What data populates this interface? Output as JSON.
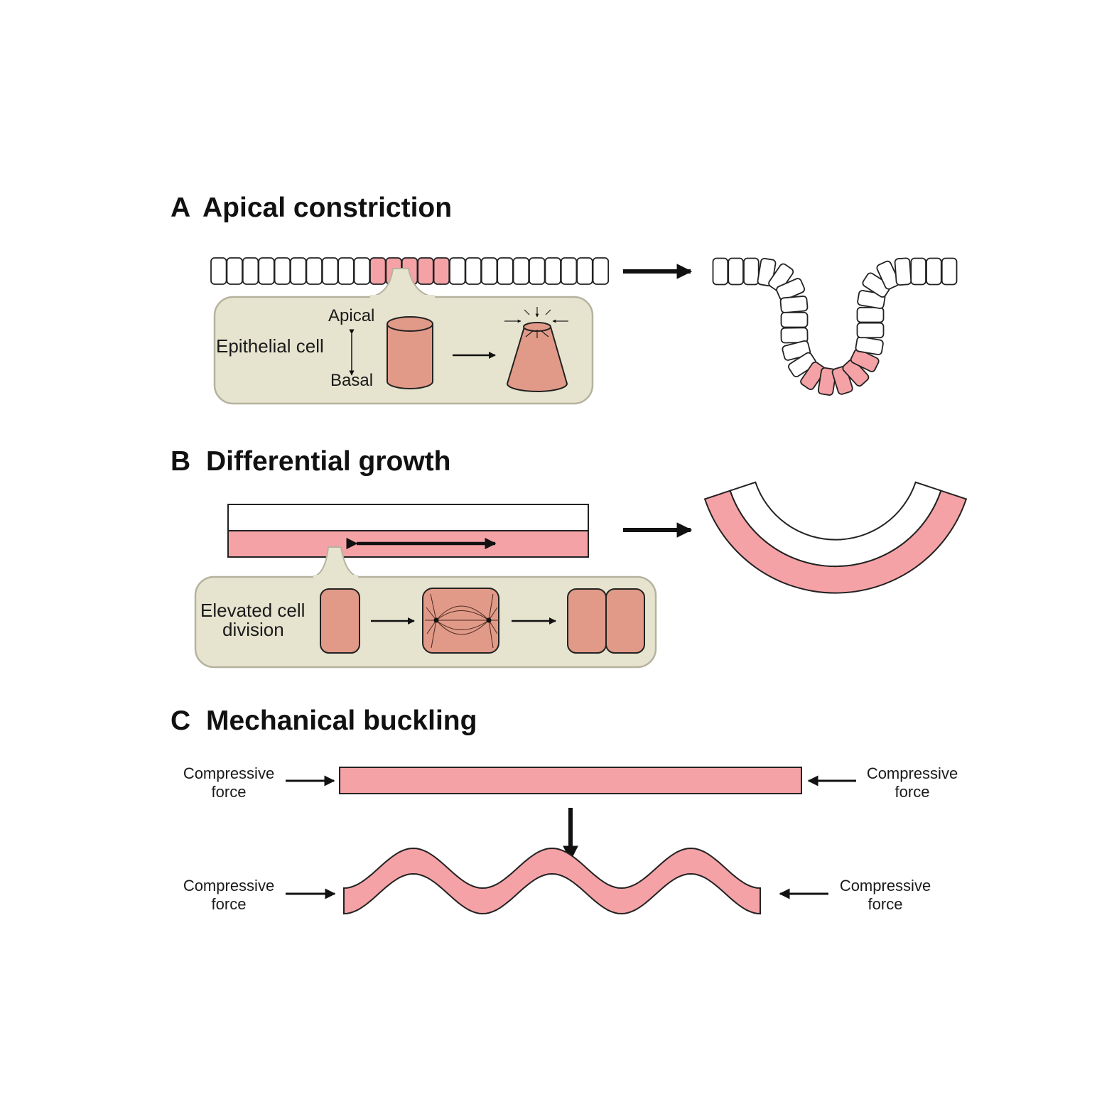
{
  "colors": {
    "pink_cell": "#f4a2a6",
    "salmon_cell": "#e19a88",
    "inset_panel": "#e6e4cf",
    "outline": "#222222"
  },
  "panels": {
    "a": {
      "letter": "A",
      "title": "Apical constriction",
      "apical_label": "Apical",
      "basal_label": "Basal",
      "cell_label": "Epithelial cell"
    },
    "b": {
      "letter": "B",
      "title": "Differential growth",
      "division_label_line1": "Elevated cell",
      "division_label_line2": "division"
    },
    "c": {
      "letter": "C",
      "title": "Mechanical buckling",
      "force_line1": "Compressive",
      "force_line2": "force"
    }
  }
}
